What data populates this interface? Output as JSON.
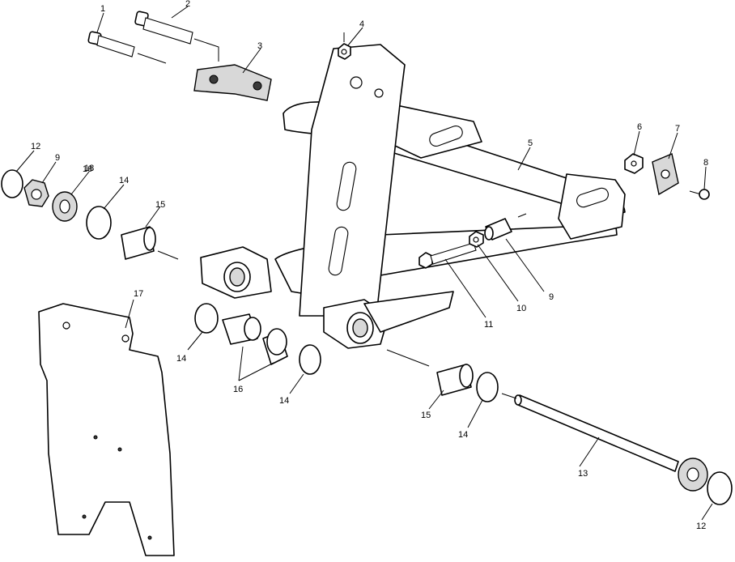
{
  "callouts": [
    {
      "id": "c1",
      "text": "1"
    },
    {
      "id": "c2",
      "text": "2"
    },
    {
      "id": "c3",
      "text": "3"
    },
    {
      "id": "c4",
      "text": "4"
    },
    {
      "id": "c5",
      "text": "5"
    },
    {
      "id": "c6",
      "text": "6"
    },
    {
      "id": "c7",
      "text": "7"
    },
    {
      "id": "c8",
      "text": "8"
    },
    {
      "id": "c9a",
      "text": "9"
    },
    {
      "id": "c9b",
      "text": "9"
    },
    {
      "id": "c10",
      "text": "10"
    },
    {
      "id": "c11",
      "text": "11"
    },
    {
      "id": "c12a",
      "text": "12"
    },
    {
      "id": "c12b",
      "text": "12"
    },
    {
      "id": "c13",
      "text": "13"
    },
    {
      "id": "c14a",
      "text": "14"
    },
    {
      "id": "c14b",
      "text": "14"
    },
    {
      "id": "c14c",
      "text": "14"
    },
    {
      "id": "c14d",
      "text": "14"
    },
    {
      "id": "c15a",
      "text": "15"
    },
    {
      "id": "c15b",
      "text": "15"
    },
    {
      "id": "c16",
      "text": "16"
    },
    {
      "id": "c16b",
      "text": "16"
    },
    {
      "id": "c17",
      "text": "17"
    },
    {
      "id": "c18",
      "text": "18"
    }
  ]
}
